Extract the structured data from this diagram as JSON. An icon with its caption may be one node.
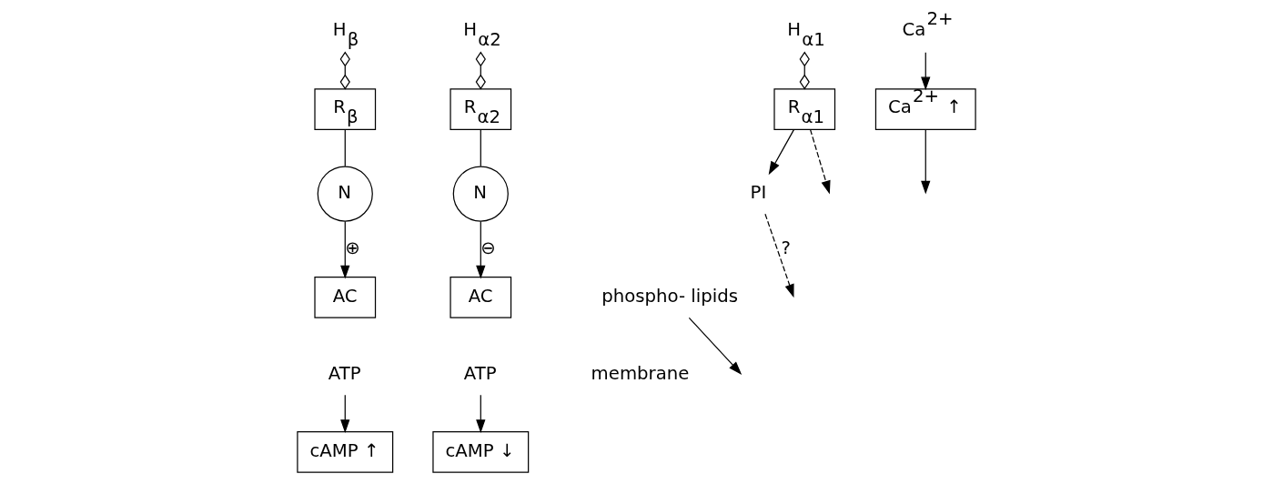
{
  "diagram": {
    "nodes": [
      {
        "text": [
          "H$_{β}$"
        ]
      },
      {
        "text": [
          "R$_{β}$"
        ]
      },
      {
        "text": [
          "N"
        ]
      },
      {
        "text": [
          "AC"
        ]
      },
      {
        "text": [
          "ATP"
        ]
      },
      {
        "text": [
          "cAMP ↑"
        ]
      },
      {
        "text": [
          "H$_{α2}$"
        ]
      },
      {
        "text": [
          "R$_{α2}$"
        ]
      },
      {
        "text": [
          "N"
        ]
      },
      {
        "text": [
          "AC"
        ]
      },
      {
        "text": [
          "ATP"
        ]
      },
      {
        "text": [
          "cAMP ↓"
        ]
      },
      {
        "text": [
          "H$_{α1}$"
        ]
      },
      {
        "text": [
          "R$_{α1}$"
        ]
      },
      {
        "text": [
          "PI"
        ]
      },
      {
        "text": [
          "Ca$^{2+}$"
        ]
      },
      {
        "text": [
          "Ca$^{2+}$ ↑"
        ]
      },
      {
        "text": [
          "phospho- lipids"
        ]
      }
    ],
    "edges": [
      {
        "from": 0,
        "to": 1,
        "arrow": "other"
      },
      {
        "from": 1,
        "to": 2,
        "arrow": "none"
      },
      {
        "from": 2,
        "to": 3,
        "arrow": "to",
        "label": "⊕"
      },
      {
        "from": 4,
        "to": 5,
        "arrow": "to"
      },
      {
        "from": 6,
        "to": 7,
        "arrow": "other"
      },
      {
        "from": 7,
        "to": 8,
        "arrow": "none"
      },
      {
        "from": 8,
        "to": 9,
        "arrow": "to",
        "label": "⊖"
      },
      {
        "from": 10,
        "to": 11,
        "arrow": "to"
      },
      {
        "from": 12,
        "to": 13,
        "arrow": "other"
      },
      {
        "from": 13,
        "to": 14,
        "arrow": "to"
      },
      {
        "from": 13,
        "to": null,
        "arrow": "to",
        "style": "dashed"
      },
      {
        "from": 14,
        "to": null,
        "arrow": "to",
        "style": "dashed",
        "label": "?"
      },
      {
        "from": 15,
        "to": 16,
        "arrow": "to"
      },
      {
        "from": 16,
        "to": null,
        "arrow": "to"
      },
      {
        "from": 17,
        "to": null,
        "arrow": "to"
      }
    ],
    "labels": [
      "membrane"
    ]
  }
}
